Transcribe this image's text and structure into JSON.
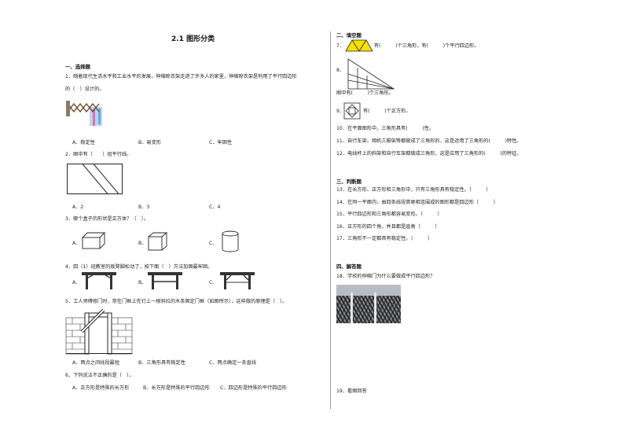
{
  "title": "2.1 图形分类",
  "left": {
    "sec1": "一、选择题",
    "q1": {
      "line1": "1．随着现代生活水平和工业水平的发展，伸缩晾衣架走进了许多人的家里，伸缩晾衣架是利用了平行四边形",
      "line2": "的（　）设计的。",
      "a": "A．稳定性",
      "b": "B．易变形",
      "c": "C．牢固性",
      "image_icon": "telescopic-clothes-rack-icon"
    },
    "q2": {
      "text": "2．图中有（　　）组平行线。",
      "a": "A．2",
      "b": "B．3",
      "c": "C．4"
    },
    "q3": {
      "text": "3．哪个盒子的形状是正方体？（　）。",
      "a": "A．",
      "b": "B．",
      "c": "C．"
    },
    "q4": {
      "text": "4．四（1）班教室的板凳脚松动了，按下面（　）方法加固最牢固。",
      "a": "A．",
      "b": "B．",
      "c": "C．"
    },
    "q5": {
      "text": "5．工人师傅修门时，常在门框上先钉上一根斜拉的木条固定门框（如图所示），这样做的原理是（　）。",
      "a": "A．两点之间线段最短",
      "b": "B．三角形具有稳定性",
      "c": "C．两点确定一条直线"
    },
    "q6": {
      "text": "6．下列说法不正确的是（　）。",
      "a": "A．正方形是特殊的长方形",
      "b": "B．长方形是特殊的平行四边形",
      "c": "C．四边形是特殊的平行四边形"
    }
  },
  "right": {
    "sec2": "二、填空题",
    "q7": {
      "num": "7．",
      "text": "有(　　　)个三角形，有(　　　)个平行四边形。",
      "fill": "#f5e200"
    },
    "q8": {
      "num": "8．",
      "text": "图中有(　　　)个三角形。"
    },
    "q9": {
      "num": "9．",
      "text": "有(　　　)个正方形。"
    },
    "q10": "10．在平面图形中，三角形具有(　　　)性。",
    "q11": "11．自行车架、相机三脚架等都做成了三角形的，这是运用了三角形的(　　　)特性。",
    "q12": "12．电线杆上的斜架和自行车架都做成三角形，这是应用了三角形的(　　　)的特征。",
    "sec3": "三、判断题",
    "q13": "13．在长方形、正方形和三角形中，只有三角形具有稳定性。（　　　）",
    "q14": "14．在同一平面内，由四条线段首尾相连围成的图形都是四边形（　　　）",
    "q15": "15．平行四边形和三角形都容易变形。（　　　）",
    "q16": "16．正方形的四个角，并且都是直角（　　　）",
    "q17": "17．三角形不一定都具有稳定性。（　　　）",
    "sec4": "四、解答题",
    "q18": {
      "text": "18．学校的伸缩门为什么要做成平行四边形？",
      "image_icon": "retractable-gate-photo"
    },
    "q19": "19．看图回答"
  }
}
